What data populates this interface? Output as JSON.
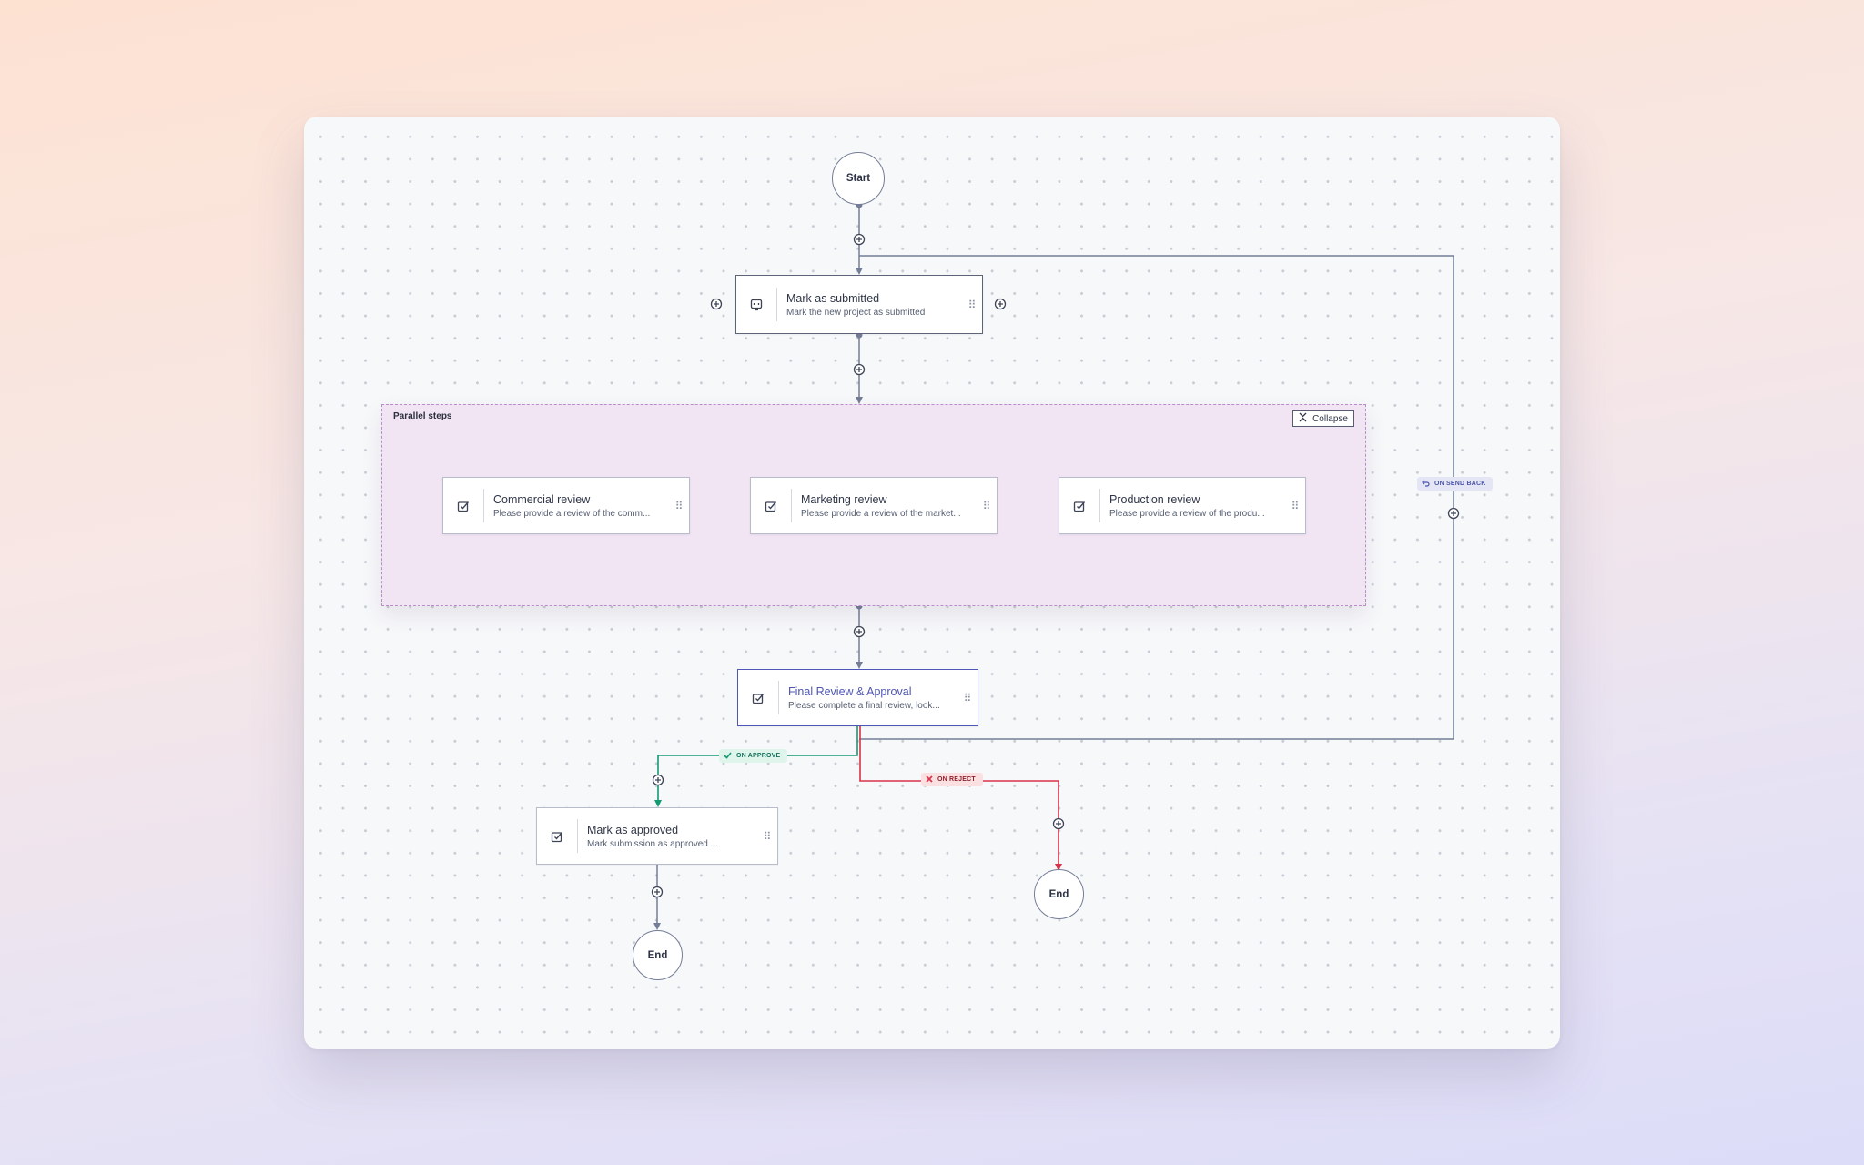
{
  "nodes": {
    "start": {
      "label": "Start"
    },
    "end_approve": {
      "label": "End"
    },
    "end_reject": {
      "label": "End"
    }
  },
  "steps": {
    "submitted": {
      "title": "Mark as submitted",
      "description": "Mark the new project as submitted",
      "icon": "stamp-icon"
    },
    "commercial": {
      "title": "Commercial review",
      "description": "Please provide a review of the comm...",
      "icon": "review-icon"
    },
    "marketing": {
      "title": "Marketing review",
      "description": "Please provide a review of the market...",
      "icon": "review-icon"
    },
    "production": {
      "title": "Production review",
      "description": "Please provide a review of the produ...",
      "icon": "review-icon"
    },
    "final": {
      "title": "Final Review & Approval",
      "description": "Please complete a final review, look...",
      "icon": "review-icon"
    },
    "approved": {
      "title": "Mark as approved",
      "description": "Mark submission as approved ...",
      "icon": "review-icon"
    }
  },
  "group": {
    "label": "Parallel steps",
    "collapse_label": "Collapse"
  },
  "branches": {
    "approve": "ON APPROVE",
    "reject": "ON REJECT",
    "send_back": "ON SEND BACK"
  },
  "colors": {
    "connector": "#747d97",
    "approve": "#149a73",
    "reject": "#d8324a",
    "selected": "#5055b8",
    "group_fill": "#f1e4f3",
    "group_border": "#b98ccc"
  }
}
